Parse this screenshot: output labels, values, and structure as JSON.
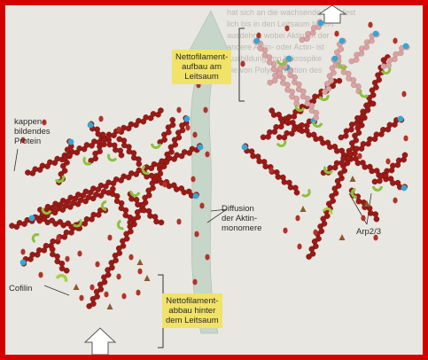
{
  "labels": {
    "capping": [
      "kappen-",
      "bildendes",
      "Protein"
    ],
    "cofilin": "Cofilin",
    "assembly": [
      "Nettofilament-",
      "aufbau am",
      "Leitsaum"
    ],
    "diffusion": [
      "Diffusion",
      "der Aktin-",
      "monomere"
    ],
    "disassembly": [
      "Nettofilament-",
      "abbau hinter",
      "dem Leitsaum"
    ],
    "arp": "Arp2/3"
  },
  "background_text": [
    "hat sich an die wachsende Zelle fest",
    "lich bis in den Leitsaum hinein",
    "ausdehnt, wobei Aktin an der",
    "andere Aktin- oder Actin- ist",
    "Ausbildung von Mikrospike",
    "die von Polymerisation des"
  ],
  "colors": {
    "frame": "#d40000",
    "paper": "#e9e7e1",
    "filament": "#9b1a16",
    "monomer": "#b33228",
    "old_filament": "#d9a3a3",
    "cap": "#35a6d6",
    "arp": "#8dc13e",
    "cofilin": "#a6cf4a",
    "triangle": "#8c5a2e",
    "callout": "#f1e268",
    "arrow": "#c6d6c9"
  }
}
